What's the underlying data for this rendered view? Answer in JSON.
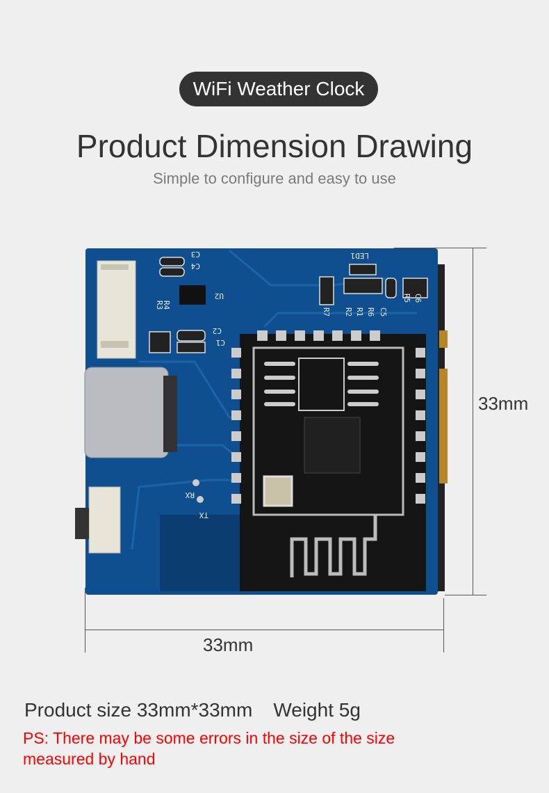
{
  "badge": "WiFi Weather Clock",
  "title": "Product Dimension Drawing",
  "subtitle": "Simple to configure and easy to use",
  "dimensions": {
    "height_label": "33mm",
    "width_label": "33mm"
  },
  "specs": {
    "size": "Product size 33mm*33mm",
    "weight": "Weight 5g"
  },
  "note": "PS: There may be some errors in the size of the size measured by hand",
  "pcb": {
    "labels": [
      "C3",
      "C4",
      "U2",
      "R3",
      "R4",
      "C2",
      "C1",
      "LED1",
      "R7",
      "R2",
      "R1",
      "R6",
      "C5",
      "R5",
      "C6",
      "RX",
      "TX"
    ],
    "colors": {
      "board": "#0f4f8f",
      "module": "#151515",
      "background": "#efefef"
    }
  }
}
